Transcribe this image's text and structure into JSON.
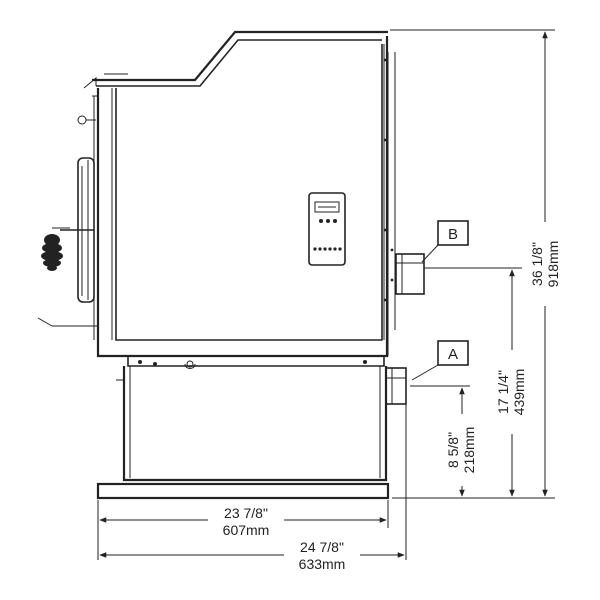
{
  "dimensions": {
    "overall_height": {
      "imperial": "36 1/8\"",
      "metric": "918mm"
    },
    "outlet_b_height": {
      "imperial": "17 1/4\"",
      "metric": "439mm"
    },
    "outlet_a_height": {
      "imperial": "8 5/8\"",
      "metric": "218mm"
    },
    "depth_inner": {
      "imperial": "23 7/8\"",
      "metric": "607mm"
    },
    "depth_overall": {
      "imperial": "24 7/8\"",
      "metric": "633mm"
    }
  },
  "callouts": {
    "a": "A",
    "b": "B"
  }
}
